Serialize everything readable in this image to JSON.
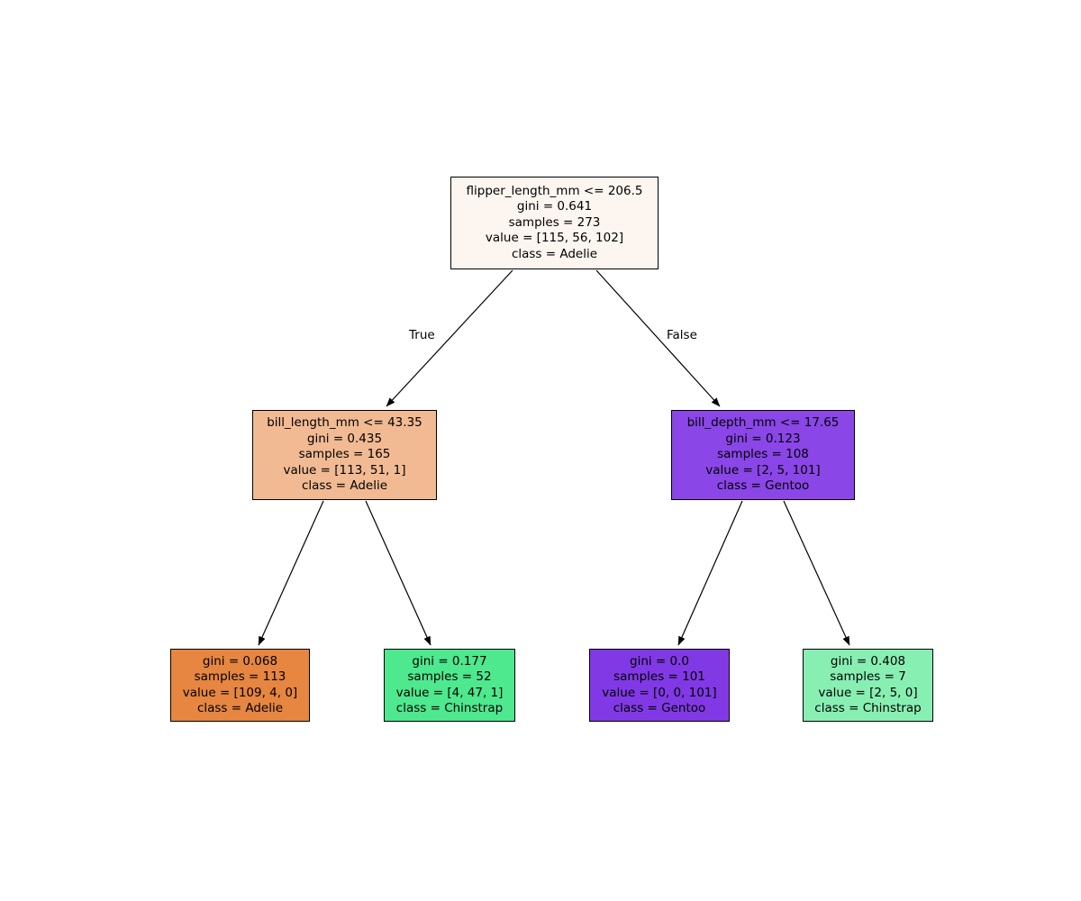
{
  "figure": {
    "background": "#ffffff",
    "text_color": "#000000",
    "edge_color": "#000000"
  },
  "edge_labels": {
    "true_label": "True",
    "false_label": "False"
  },
  "tree": {
    "nodes": [
      {
        "name": "root",
        "condition": "flipper_length_mm <= 206.5",
        "gini": "gini = 0.641",
        "samples": "samples = 273",
        "value": "value = [115, 56, 102]",
        "class": "class = Adelie",
        "fill": "#fdf5f0"
      },
      {
        "name": "internal-left",
        "condition": "bill_length_mm <= 43.35",
        "gini": "gini = 0.435",
        "samples": "samples = 165",
        "value": "value = [113, 51, 1]",
        "class": "class = Adelie",
        "fill": "#f1ba93"
      },
      {
        "name": "internal-right",
        "condition": "bill_depth_mm <= 17.65",
        "gini": "gini = 0.123",
        "samples": "samples = 108",
        "value": "value = [2, 5, 101]",
        "class": "class = Gentoo",
        "fill": "#8a46e7"
      },
      {
        "name": "leaf-1",
        "gini": "gini = 0.068",
        "samples": "samples = 113",
        "value": "value = [109, 4, 0]",
        "class": "class = Adelie",
        "fill": "#e68640"
      },
      {
        "name": "leaf-2",
        "gini": "gini = 0.177",
        "samples": "samples = 52",
        "value": "value = [4, 47, 1]",
        "class": "class = Chinstrap",
        "fill": "#4ee88e"
      },
      {
        "name": "leaf-3",
        "gini": "gini = 0.0",
        "samples": "samples = 101",
        "value": "value = [0, 0, 101]",
        "class": "class = Gentoo",
        "fill": "#8139e5"
      },
      {
        "name": "leaf-4",
        "gini": "gini = 0.408",
        "samples": "samples = 7",
        "value": "value = [2, 5, 0]",
        "class": "class = Chinstrap",
        "fill": "#88efb3"
      }
    ]
  }
}
